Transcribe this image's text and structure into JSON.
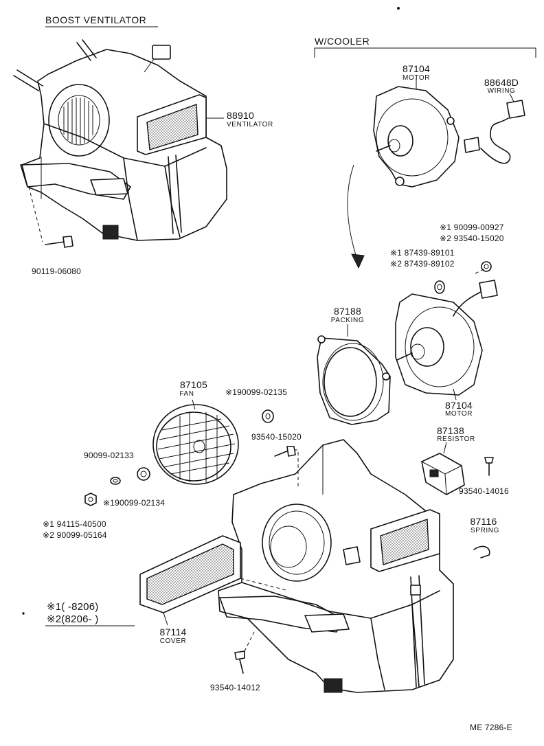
{
  "section_boost": "BOOST VENTILATOR",
  "section_cooler": "W/COOLER",
  "boost": {
    "ventilator_num": "88910",
    "ventilator_name": "VENTILATOR",
    "bolt_pn": "90119-06080"
  },
  "cooler": {
    "motor_top_num": "87104",
    "motor_top_name": "MOTOR",
    "wiring_num": "88648D",
    "wiring_name": "WIRING",
    "nut_pn_1": "※1  90099-00927",
    "nut_pn_2": "※2  93540-15020",
    "washer_pn_1": "※1  87439-89101",
    "washer_pn_2": "※2  87439-89102",
    "packing_num": "87188",
    "packing_name": "PACKING",
    "motor_num": "87104",
    "motor_name": "MOTOR",
    "resistor_num": "87138",
    "resistor_name": "RESISTOR",
    "resistor_screw_pn": "93540-14016",
    "spring_num": "87116",
    "spring_name": "SPRING",
    "fan_num": "87105",
    "fan_name": "FAN",
    "fan_washer_pn": "※190099-02135",
    "screw_15020_pn": "93540-15020",
    "washer_02133_pn": "90099-02133",
    "washer_02134_pn": "※190099-02134",
    "fan_nut_pn_1": "※1  94115-40500",
    "fan_nut_pn_2": "※2  90099-05164",
    "legend_1": "※1(        -8206)",
    "legend_2": "※2(8206-        )",
    "cover_num": "87114",
    "cover_name": "COVER",
    "bottom_screw_pn": "93540-14012"
  },
  "footer_code": "ME  7286-E"
}
